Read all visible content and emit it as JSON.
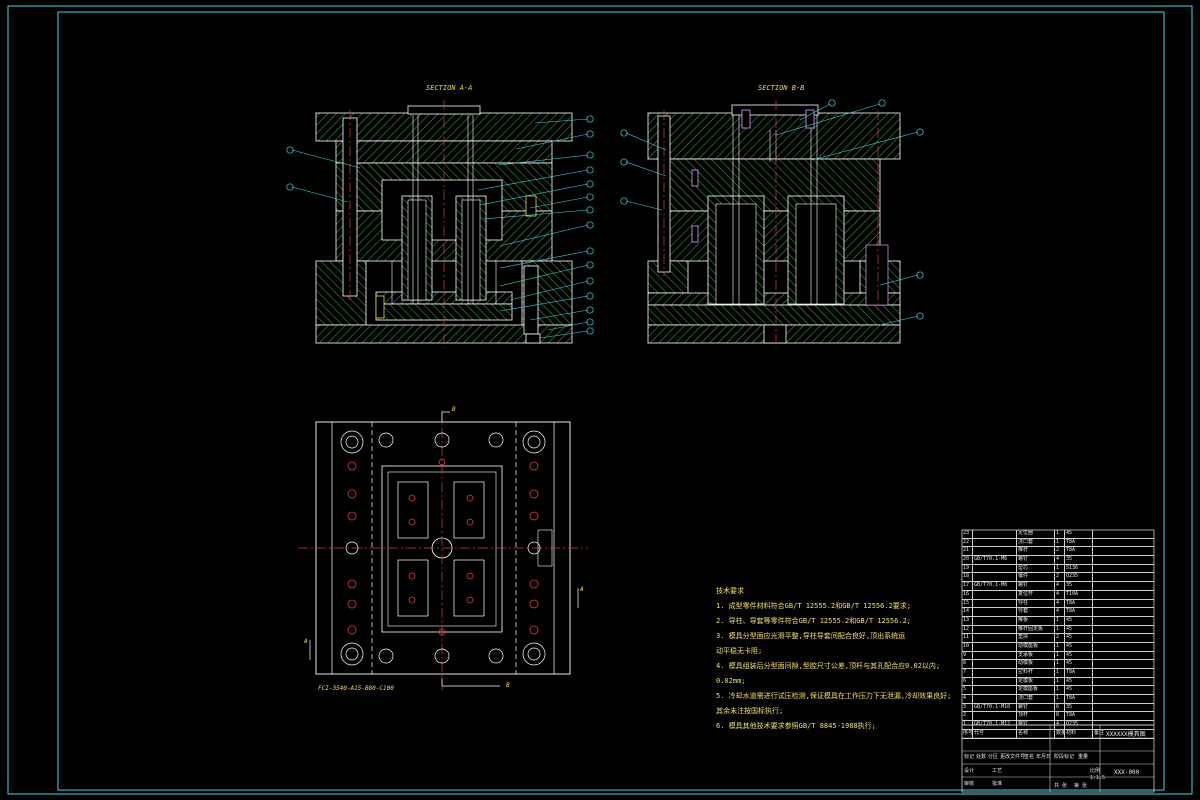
{
  "sections": {
    "a_title": "SECTION A-A",
    "b_title": "SECTION B-B",
    "plan_label": "FCI-3540-A15-B80-C100",
    "section_marks": {
      "a": "A",
      "b": "B"
    }
  },
  "tech_notes": {
    "title": "技术要求",
    "lines": [
      "1. 成型零件材料符合GB/T 12555.2和GB/T 12556.2要求;",
      "2. 导柱、导套等零件符合GB/T 12555.2和GB/T 12556.2;",
      "3. 模具分型面应光滑平整,导柱导套间配合良好,顶出系统运",
      "   动平稳无卡阻;",
      "4. 模具组装后分型面间隙,型腔尺寸公差,顶杆与其孔配合应0.02以内;",
      "   0.02mm;",
      "5. 冷却水道需进行试压检测,保证模具在工作压力下无泄漏,冷却效果良好;",
      "   其余未注按国标执行;",
      "6. 模具其他技术要求参照GB/T 8845-1988执行;"
    ]
  },
  "bom": {
    "rows": [
      [
        "23",
        "",
        "定位圈",
        "1",
        "45",
        ""
      ],
      [
        "22",
        "",
        "浇口套",
        "1",
        "T8A",
        ""
      ],
      [
        "21",
        "",
        "推杆",
        "2",
        "T8A",
        ""
      ],
      [
        "20",
        "GB/T70.1-M6",
        "螺钉",
        "4",
        "35",
        ""
      ],
      [
        "19",
        "",
        "型芯",
        "1",
        "S136",
        ""
      ],
      [
        "18",
        "",
        "镶件",
        "2",
        "Q235",
        ""
      ],
      [
        "17",
        "GB/T70.1-M8",
        "螺钉",
        "4",
        "35",
        ""
      ],
      [
        "16",
        "",
        "复位杆",
        "4",
        "T10A",
        ""
      ],
      [
        "15",
        "",
        "导柱",
        "4",
        "T8A",
        ""
      ],
      [
        "14",
        "",
        "导套",
        "4",
        "T8A",
        ""
      ],
      [
        "13",
        "",
        "推板",
        "1",
        "45",
        ""
      ],
      [
        "12",
        "",
        "推杆固定板",
        "1",
        "45",
        ""
      ],
      [
        "11",
        "",
        "垫块",
        "2",
        "45",
        ""
      ],
      [
        "10",
        "",
        "动模座板",
        "1",
        "45",
        ""
      ],
      [
        "9",
        "",
        "支承板",
        "1",
        "45",
        ""
      ],
      [
        "8",
        "",
        "动模板",
        "1",
        "45",
        ""
      ],
      [
        "7",
        "",
        "拉料杆",
        "1",
        "T8A",
        ""
      ],
      [
        "6",
        "",
        "定模板",
        "1",
        "45",
        ""
      ],
      [
        "5",
        "",
        "定模座板",
        "1",
        "45",
        ""
      ],
      [
        "4",
        "",
        "浇口套",
        "1",
        "T8A",
        ""
      ],
      [
        "3",
        "GB/T70.1-M10",
        "螺钉",
        "6",
        "35",
        ""
      ],
      [
        "2",
        "",
        "顶杆",
        "8",
        "T8A",
        ""
      ],
      [
        "1",
        "GB/T70.1-M12",
        "螺钉",
        "4",
        "Q235",
        ""
      ]
    ],
    "header": [
      "序号",
      "代号",
      "名称",
      "数量",
      "材料",
      "备注"
    ]
  },
  "title_block": {
    "drawing_title": "XXXXXX模具图",
    "drawing_no": "XXX-000",
    "labels": [
      "标记",
      "处数",
      "分区",
      "更改文件号",
      "签名",
      "年月日",
      "设计",
      "审核",
      "工艺",
      "批准",
      "阶段标记",
      "重量",
      "比例",
      "共 张",
      "第 张"
    ],
    "scale": "1:1.5"
  }
}
